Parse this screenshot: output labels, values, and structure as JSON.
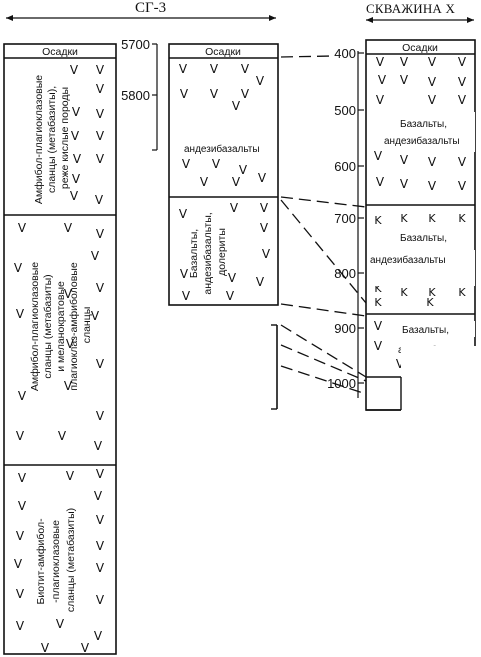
{
  "headers": {
    "sg3": "СГ-3",
    "well_x": "СКВАЖИНА Х"
  },
  "sediments_label": "Осадки",
  "sg3_depth_ticks": [
    "5700",
    "5800"
  ],
  "well_x_depth_ticks": [
    "400",
    "500",
    "600",
    "700",
    "800",
    "900",
    "1000"
  ],
  "sg3_column": {
    "layer1": [
      "Амфибол-плагиоклазовые",
      "сланцы (метабазиты),",
      "реже кислые породы"
    ],
    "layer2": [
      "Амфибол-плагиоклазовые",
      "сланцы (метабазиты)",
      "и меланократовые",
      "плагиоклаз-амфиболовые",
      "сланцы"
    ],
    "layer3": [
      "Биотит-амфибол-",
      "-плагиоклазовые",
      "сланцы (метабазиты)"
    ]
  },
  "middle_column": {
    "upper": [
      "андезибазальты"
    ],
    "lower": [
      "Базальты,",
      "андезибазальты,",
      "долериты"
    ]
  },
  "well_x_column": {
    "upper": [
      "Базальты,",
      "андезибазальты"
    ],
    "middle": [
      "Базальты,",
      "андезибазальты"
    ],
    "lower": [
      "Базальты,",
      "андезибазальты"
    ]
  }
}
